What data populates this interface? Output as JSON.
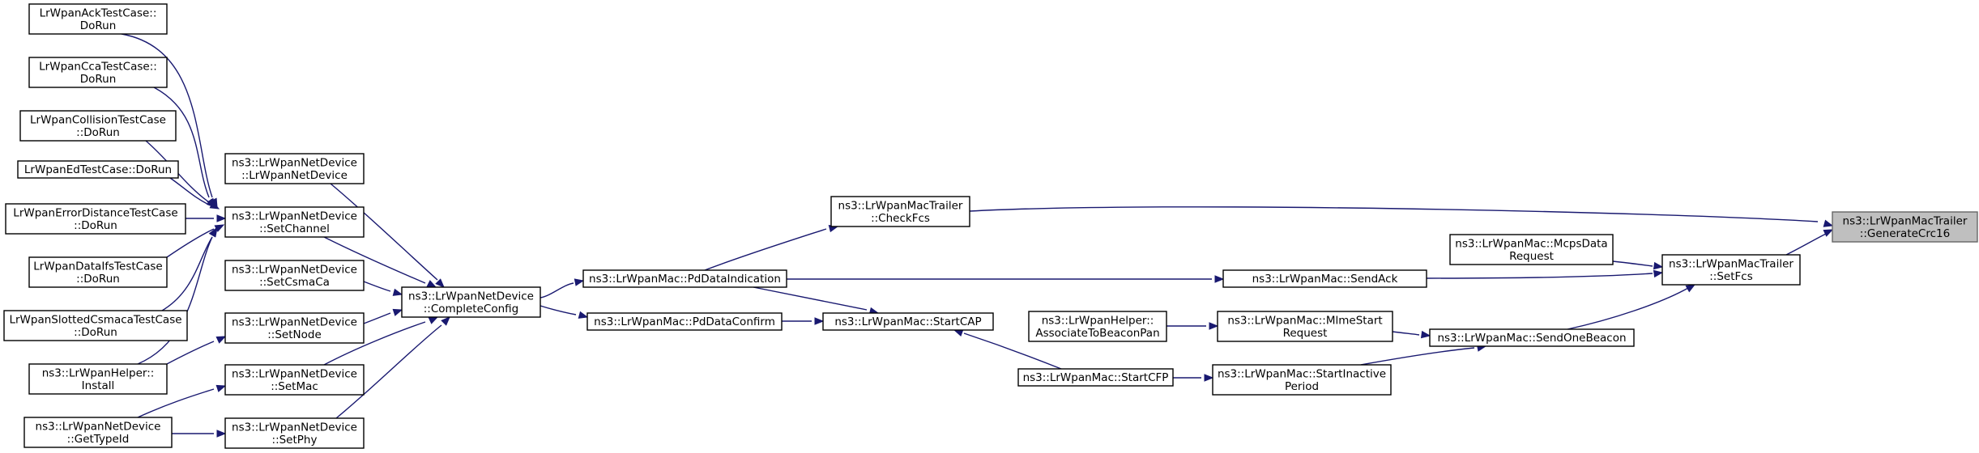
{
  "nodes": {
    "generate_crc16": [
      "ns3::LrWpanMacTrailer",
      "::GenerateCrc16"
    ],
    "check_fcs": [
      "ns3::LrWpanMacTrailer",
      "::CheckFcs"
    ],
    "set_fcs": [
      "ns3::LrWpanMacTrailer",
      "::SetFcs"
    ],
    "pd_data_indication": [
      "ns3::LrWpanMac::PdDataIndication"
    ],
    "send_ack": [
      "ns3::LrWpanMac::SendAck"
    ],
    "mcps_data_request": [
      "ns3::LrWpanMac::McpsData",
      "Request"
    ],
    "send_one_beacon": [
      "ns3::LrWpanMac::SendOneBeacon"
    ],
    "mlme_start_request": [
      "ns3::LrWpanMac::MlmeStart",
      "Request"
    ],
    "start_inactive_period": [
      "ns3::LrWpanMac::StartInactive",
      "Period"
    ],
    "associate_to_beacon_pan": [
      "ns3::LrWpanHelper::",
      "AssociateToBeaconPan"
    ],
    "start_cfp": [
      "ns3::LrWpanMac::StartCFP"
    ],
    "start_cap": [
      "ns3::LrWpanMac::StartCAP"
    ],
    "pd_data_confirm": [
      "ns3::LrWpanMac::PdDataConfirm"
    ],
    "complete_config": [
      "ns3::LrWpanNetDevice",
      "::CompleteConfig"
    ],
    "lrwpan_net_device": [
      "ns3::LrWpanNetDevice",
      "::LrWpanNetDevice"
    ],
    "set_channel": [
      "ns3::LrWpanNetDevice",
      "::SetChannel"
    ],
    "set_csma_ca": [
      "ns3::LrWpanNetDevice",
      "::SetCsmaCa"
    ],
    "set_node": [
      "ns3::LrWpanNetDevice",
      "::SetNode"
    ],
    "set_mac": [
      "ns3::LrWpanNetDevice",
      "::SetMac"
    ],
    "set_phy": [
      "ns3::LrWpanNetDevice",
      "::SetPhy"
    ],
    "ack_test": [
      "LrWpanAckTestCase::",
      "DoRun"
    ],
    "cca_test": [
      "LrWpanCcaTestCase::",
      "DoRun"
    ],
    "collision_test": [
      "LrWpanCollisionTestCase",
      "::DoRun"
    ],
    "ed_test": [
      "LrWpanEdTestCase::DoRun"
    ],
    "error_distance_test": [
      "LrWpanErrorDistanceTestCase",
      "::DoRun"
    ],
    "data_ifs_test": [
      "LrWpanDataIfsTestCase",
      "::DoRun"
    ],
    "slotted_csmaca_test": [
      "LrWpanSlottedCsmacaTestCase",
      "::DoRun"
    ],
    "helper_install": [
      "ns3::LrWpanHelper::",
      "Install"
    ],
    "get_type_id": [
      "ns3::LrWpanNetDevice",
      "::GetTypeId"
    ]
  }
}
